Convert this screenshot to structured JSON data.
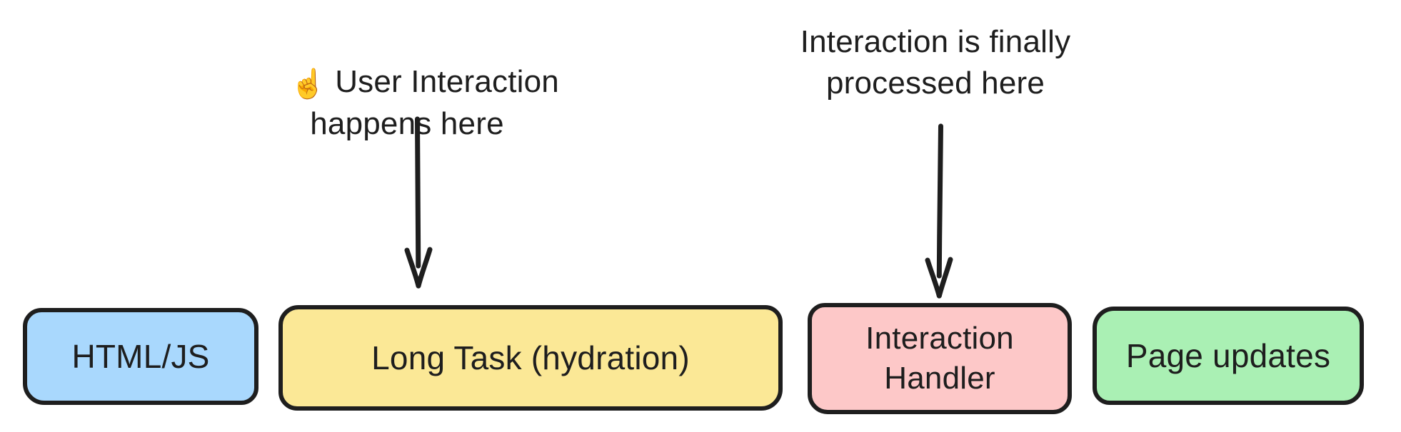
{
  "diagram": {
    "title": "Long Task blocking user interaction timeline",
    "background": "#ffffff",
    "annotations": [
      {
        "id": "user-interaction",
        "emoji": "☝️",
        "icon_name": "pointing-up-finger-icon",
        "line1": "User Interaction",
        "line2": "happens here",
        "text": "☝️ User Interaction\nhappens here"
      },
      {
        "id": "processed-here",
        "line1": "Interaction is finally",
        "line2": "processed here",
        "text": "Interaction is finally\nprocessed here"
      }
    ],
    "arrows": [
      {
        "id": "arrow-to-long-task",
        "direction": "down",
        "from": "user-interaction-label",
        "to": "long-task-box"
      },
      {
        "id": "arrow-to-handler",
        "direction": "down",
        "from": "processed-here-label",
        "to": "interaction-handler-box"
      }
    ],
    "nodes": [
      {
        "id": "html-js",
        "label": "HTML/JS",
        "fill": "#a9d8fd",
        "stroke": "#1e1e1e"
      },
      {
        "id": "long-task",
        "label": "Long Task (hydration)",
        "fill": "#fbe896",
        "stroke": "#1e1e1e"
      },
      {
        "id": "interaction-handler",
        "label": "Interaction\nHandler",
        "fill": "#fdc8c8",
        "stroke": "#1e1e1e"
      },
      {
        "id": "page-updates",
        "label": "Page updates",
        "fill": "#aaf0b4",
        "stroke": "#1e1e1e"
      }
    ],
    "colors": {
      "text": "#1e1e1e",
      "stroke": "#1e1e1e",
      "blue": "#a9d8fd",
      "yellow": "#fbe896",
      "pink": "#fdc8c8",
      "green": "#aaf0b4",
      "background": "#ffffff"
    }
  }
}
